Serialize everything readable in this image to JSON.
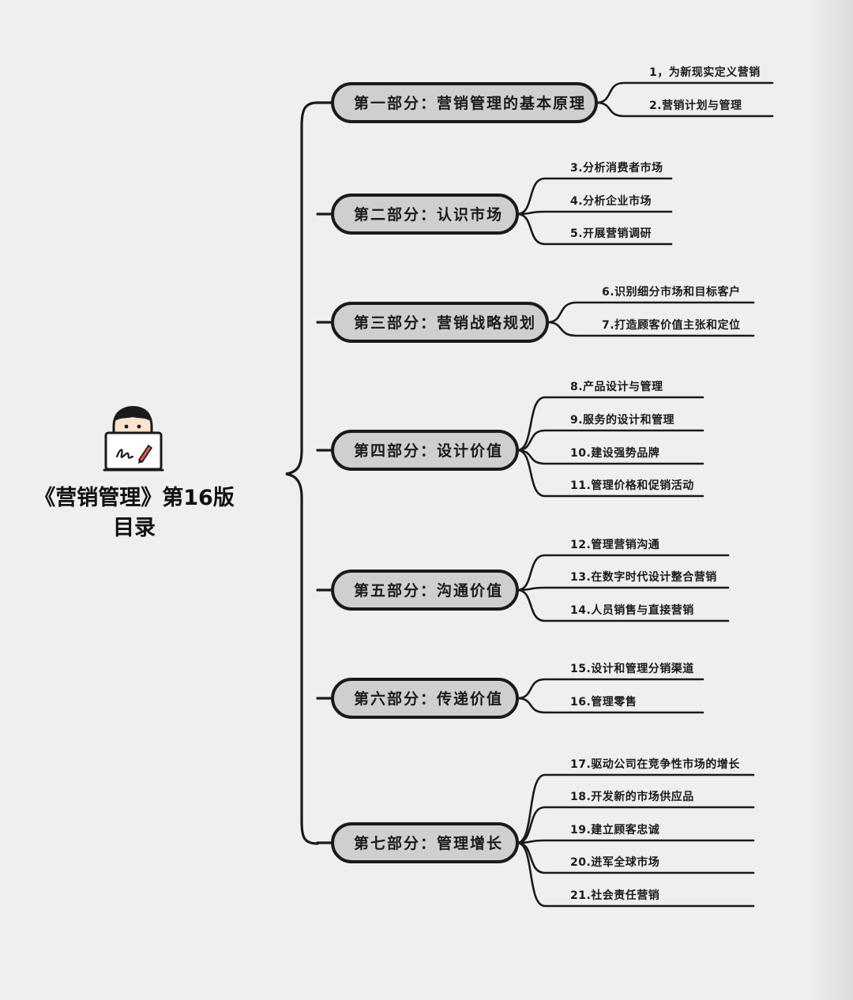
{
  "title": {
    "line1": "《营销管理》第16版",
    "line2": "目录"
  },
  "avatar": {
    "icon": "person-with-laptop-icon",
    "accent": "#d9534f"
  },
  "parts": [
    {
      "label": "第一部分：营销管理的基本原理",
      "chapters": [
        "1，为新现实定义营销",
        "2.营销计划与管理"
      ]
    },
    {
      "label": "第二部分：认识市场",
      "chapters": [
        "3.分析消费者市场",
        "4.分析企业市场",
        "5.开展营销调研"
      ]
    },
    {
      "label": "第三部分：营销战略规划",
      "chapters": [
        "6.识别细分市场和目标客户",
        "7.打造顾客价值主张和定位"
      ]
    },
    {
      "label": "第四部分：设计价值",
      "chapters": [
        "8.产品设计与管理",
        "9.服务的设计和管理",
        "10.建设强势品牌",
        "11.管理价格和促销活动"
      ]
    },
    {
      "label": "第五部分：沟通价值",
      "chapters": [
        "12.管理营销沟通",
        "13.在数字时代设计整合营销",
        "14.人员销售与直接营销"
      ]
    },
    {
      "label": "第六部分：传递价值",
      "chapters": [
        "15.设计和管理分销渠道",
        "16.管理零售"
      ]
    },
    {
      "label": "第七部分：管理增长",
      "chapters": [
        "17.驱动公司在竞争性市场的增长",
        "18.开发新的市场供应品",
        "19.建立顾客忠诚",
        "20.进军全球市场",
        "21.社会责任营销"
      ]
    }
  ]
}
